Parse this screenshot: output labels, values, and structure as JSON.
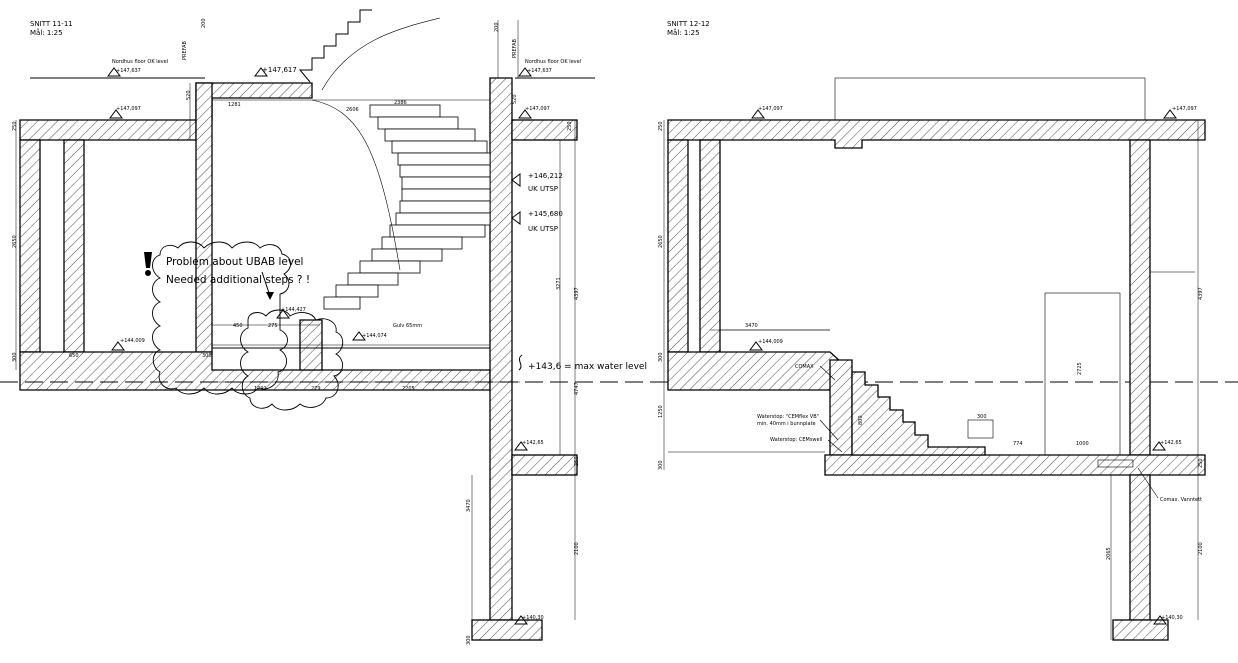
{
  "section_left": {
    "title": "SNITT 11-11",
    "scale": "Mål: 1:25",
    "levels": {
      "top_left": "+147,617",
      "top_right": "+147,637",
      "nordhus_left": "Nordhus floor OK level",
      "nordhus_right": "Nordhus floor OK level",
      "slab_left": "+147,097",
      "slab_right": "+147,097",
      "uk_upper": "+146,212",
      "uk_lower": "+145,680",
      "floor_left": "+144,009",
      "floor_mid": "+144,427",
      "floor_gulv": "+144,074",
      "bottom_right": "+142,65",
      "foot": "+140,30"
    },
    "uk_label_upper": "UK UTSP",
    "uk_label_lower": "UK UTSP",
    "gulv": "Gulv 65mm",
    "water_level": "+143,6 = max water level",
    "problem_line1": "Problem about UBAB level",
    "problem_line2": "Needed additional steps ? !",
    "warning": "!",
    "dims": {
      "d200a": "200",
      "d200b": "200",
      "pref1": "PREFAB",
      "pref2": "PREFAB",
      "d520a": "520",
      "d520b": "520",
      "d1281": "1281",
      "d2386": "2386",
      "d2606": "2606",
      "d250a": "250",
      "d250b": "250",
      "d2650": "2650",
      "d300a": "300",
      "d300b": "300",
      "d650": "650",
      "d450": "450",
      "d275": "275",
      "d1291": "1291",
      "d279": "279",
      "d2205": "2205",
      "d3271": "3271",
      "d4397": "4397",
      "d4747": "4747",
      "d3470": "3470",
      "d2100": "2100",
      "d300c": "300",
      "d250c": "250"
    }
  },
  "section_right": {
    "title": "SNITT 12-12",
    "scale": "Mål: 1:25",
    "levels": {
      "slab_left": "+147,097",
      "slab_right": "+147,097",
      "floor_left": "+144,009",
      "bottom_right": "+142,65",
      "foot": "+140,30"
    },
    "comax": "COMAX",
    "waterstop1_a": "Waterstop: \"CEMflex VB\"",
    "waterstop1_b": "min. 40mm i bunnplate",
    "waterstop2": "Waterstop: CEMswell",
    "comax_vanntett": "Comax. Vanntett",
    "dims": {
      "d3470": "3470",
      "d250a": "250",
      "d2650": "2650",
      "d300": "300",
      "d1250": "1250",
      "d800": "800",
      "d2725": "2725",
      "d300b": "300",
      "d774": "774",
      "d1000": "1000",
      "d4397": "4397",
      "d2100": "2100",
      "d2065": "2065",
      "d250b": "250"
    }
  }
}
